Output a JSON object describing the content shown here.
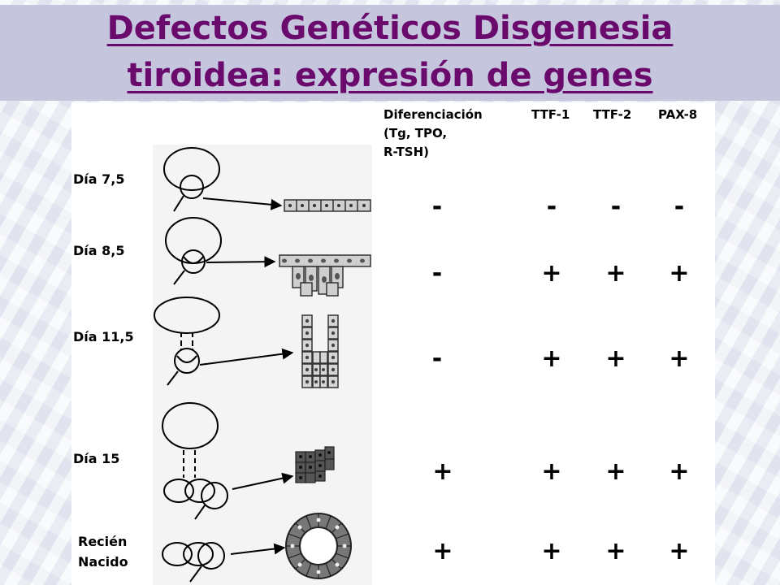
{
  "title": {
    "line1": "Defectos Genéticos Disgenesia",
    "line2": "tiroidea: expresión de genes"
  },
  "colors": {
    "title_text": "#6b0a6d",
    "title_band": "#c5c6de",
    "figure_bg": "#ffffff"
  },
  "table": {
    "columns": [
      {
        "label_lines": [
          "Diferenciación",
          "(Tg, TPO,",
          "R-TSH)"
        ]
      },
      {
        "label_lines": [
          "TTF-1"
        ]
      },
      {
        "label_lines": [
          "TTF-2"
        ]
      },
      {
        "label_lines": [
          "PAX-8"
        ]
      }
    ],
    "rows": [
      {
        "label_lines": [
          "Día 7,5"
        ],
        "values": [
          "-",
          "-",
          "-",
          "-"
        ]
      },
      {
        "label_lines": [
          "Día 8,5"
        ],
        "values": [
          "-",
          "+",
          "+",
          "+"
        ]
      },
      {
        "label_lines": [
          "Día 11,5"
        ],
        "values": [
          "-",
          "+",
          "+",
          "+"
        ]
      },
      {
        "label_lines": [
          "Día 15"
        ],
        "values": [
          "+",
          "+",
          "+",
          "+"
        ]
      },
      {
        "label_lines": [
          "Recién",
          "Nacido"
        ],
        "values": [
          "+",
          "+",
          "+",
          "+"
        ]
      }
    ]
  }
}
